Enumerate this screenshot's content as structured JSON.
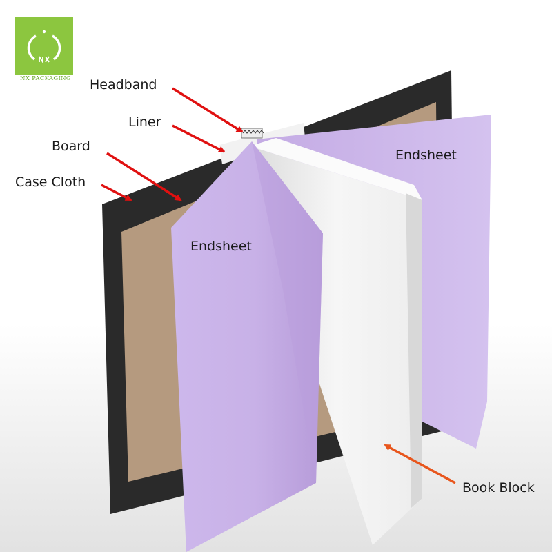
{
  "logo": {
    "brand_text": "NX PACKAGING",
    "icon": "nx-logo-icon",
    "color": "#8cc63f"
  },
  "callouts": {
    "headband": "Headband",
    "liner": "Liner",
    "board": "Board",
    "case_cloth": "Case Cloth",
    "book_block": "Book Block"
  },
  "parts": {
    "endsheet_left": "Endsheet",
    "endsheet_right": "Endsheet"
  },
  "colors": {
    "endsheet": "#c9b3e8",
    "board": "#b59a7f",
    "case_cloth": "#2a2a2a",
    "book_block": "#f4f4f4",
    "arrow_red": "#e01010",
    "arrow_orange": "#e8561d"
  }
}
